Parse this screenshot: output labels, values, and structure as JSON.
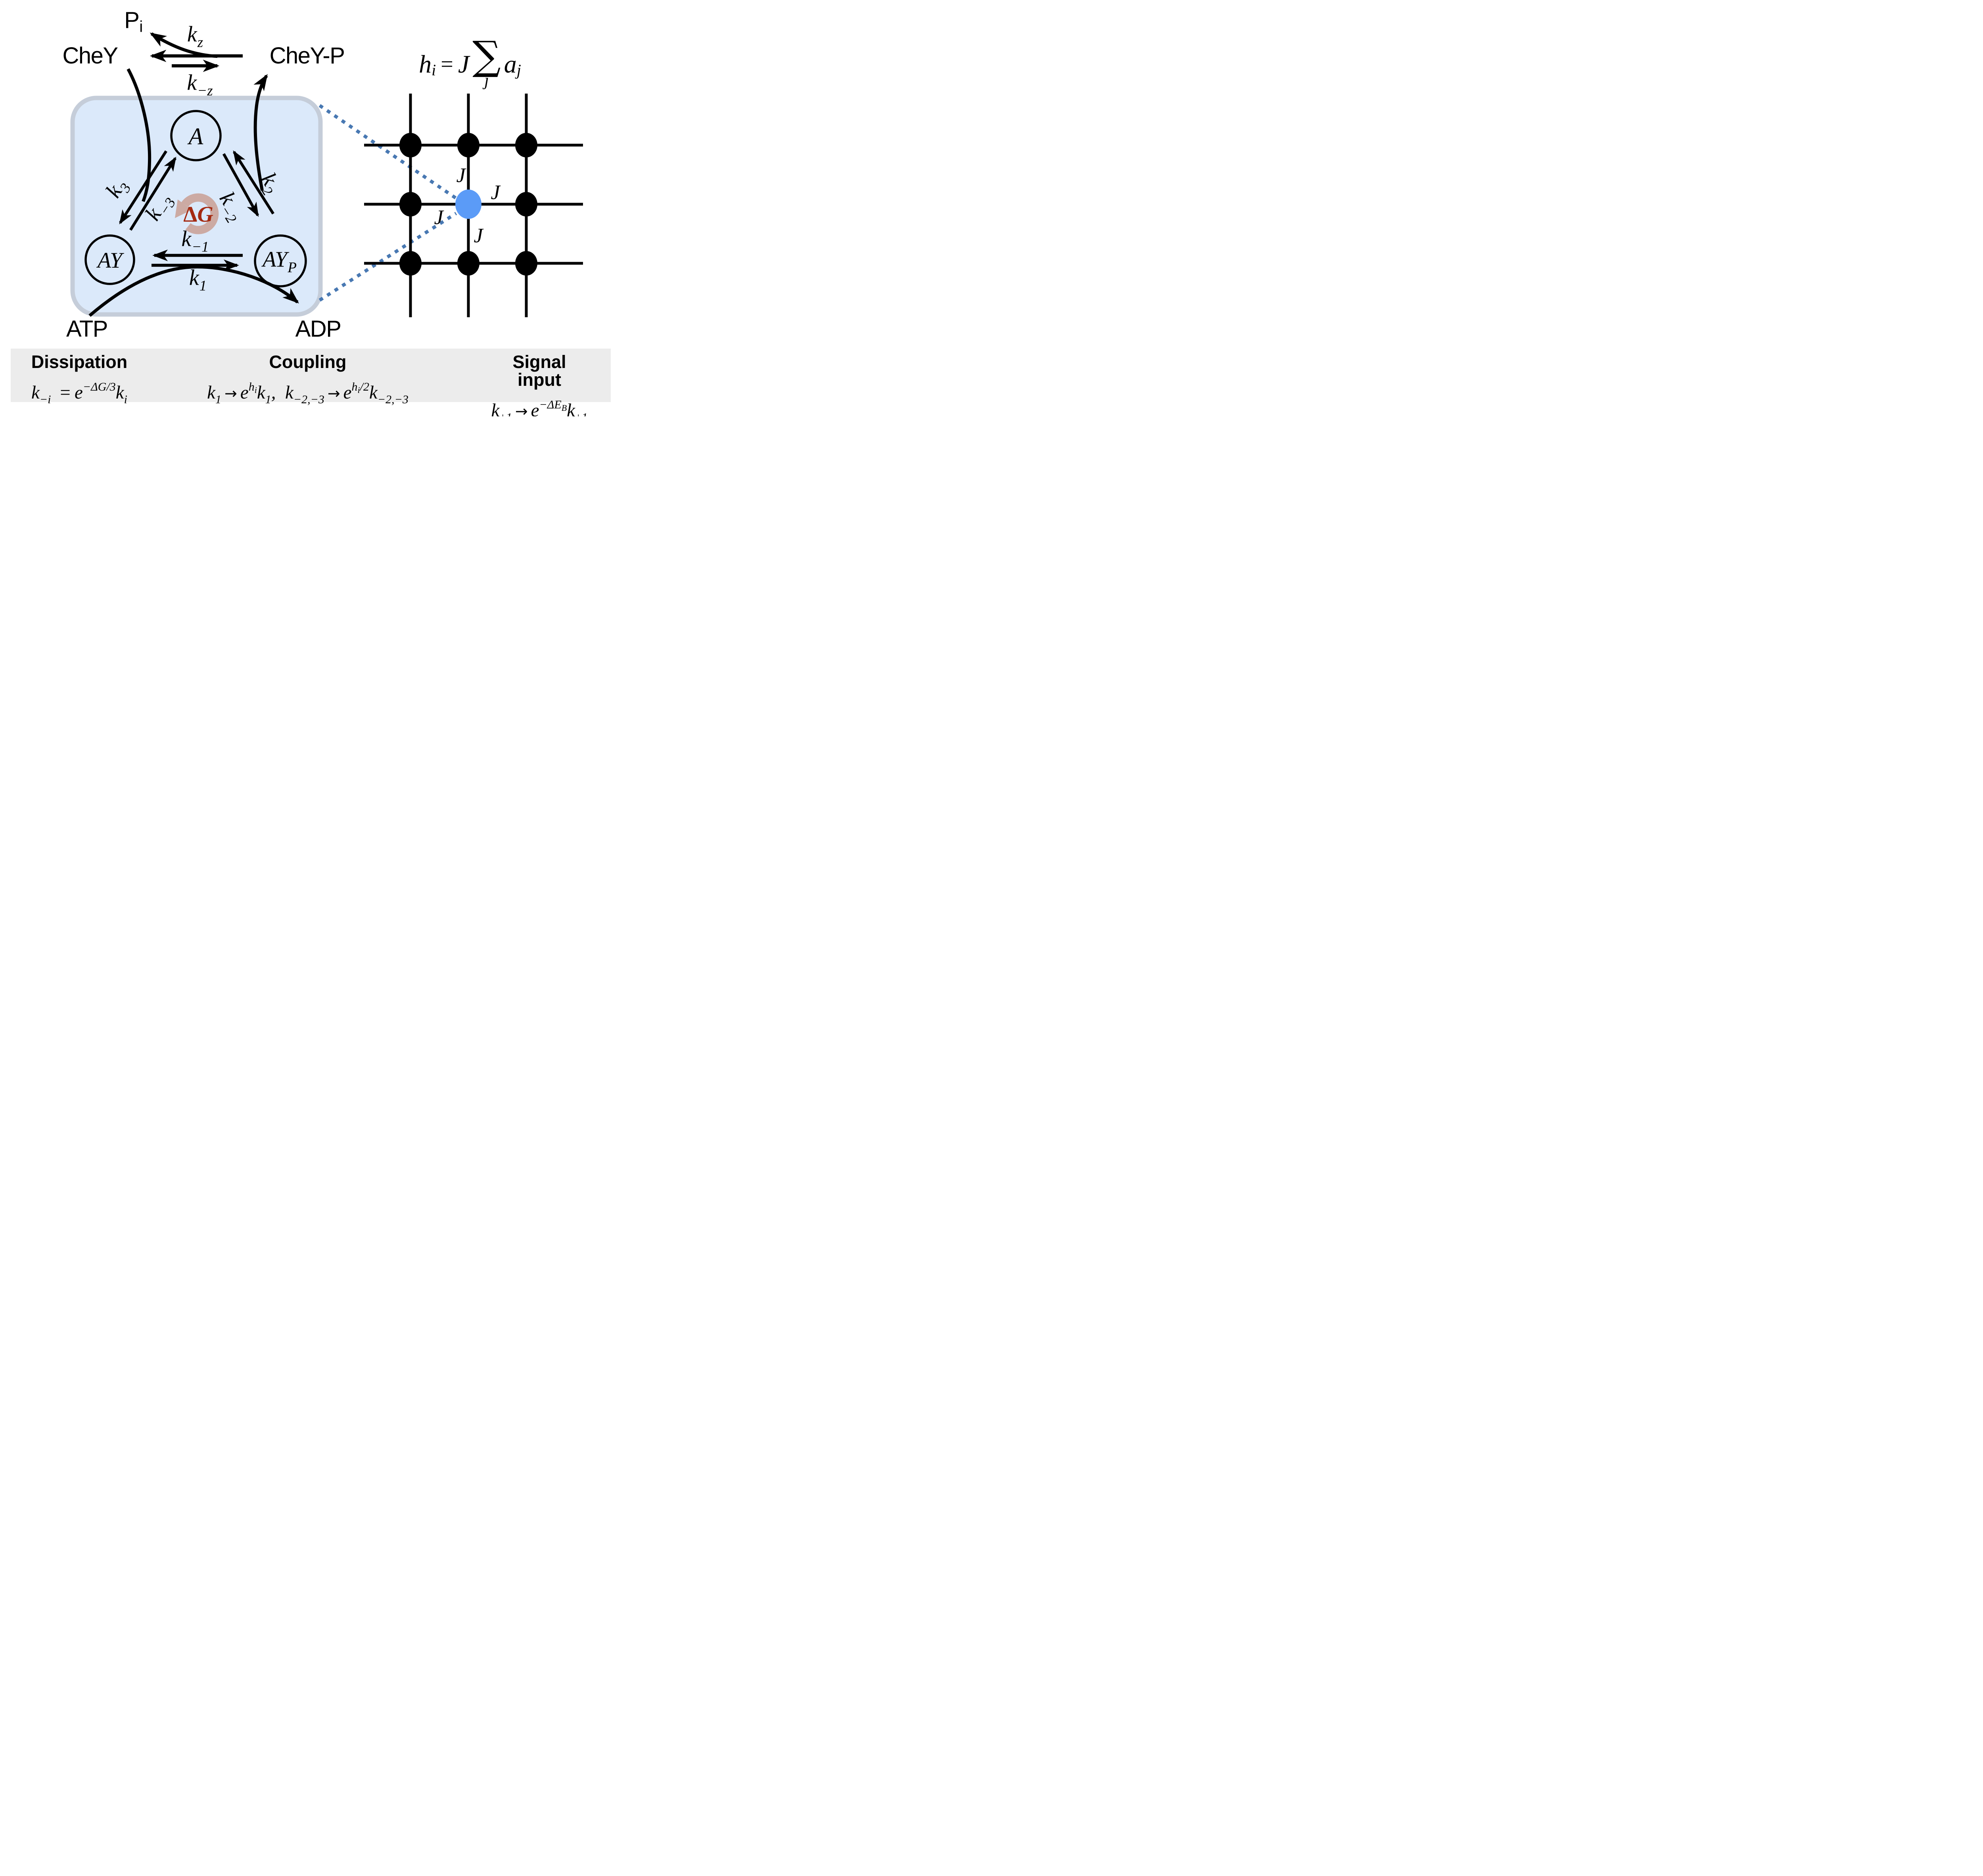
{
  "figure": {
    "reaction": {
      "labels": {
        "pi_base": "P",
        "pi_sub": "i",
        "chey": "CheY",
        "cheyp": "CheY-P",
        "atp": "ATP",
        "adp": "ADP"
      },
      "states": {
        "a": "A",
        "ay": "AY",
        "ayp_base": "AY",
        "ayp_sub": "P"
      },
      "cycle": {
        "delta": "Δ",
        "g": "G"
      },
      "rates": {
        "kz_b": "k",
        "kz_s": "z",
        "kmz_b": "k",
        "kmz_s": "−z",
        "k1_b": "k",
        "k1_s": "1",
        "km1_b": "k",
        "km1_s": "−1",
        "k2_b": "k",
        "k2_s": "2",
        "km2_b": "k",
        "km2_s": "−2",
        "k3_b": "k",
        "k3_s": "3",
        "km3_b": "k",
        "km3_s": "−3"
      }
    },
    "lattice": {
      "equation": {
        "h": "h",
        "h_sub": "i",
        "equals": "=",
        "coef": "J",
        "sum": "∑",
        "sum_sub": "j",
        "term": "a",
        "term_sub": "j"
      },
      "j_top": "J",
      "j_right": "J",
      "j_left": "J",
      "j_bottom": "J"
    },
    "panels": {
      "dissipation": {
        "title": "Dissipation",
        "k_b": "k",
        "k_s": "−i",
        "equals": "=",
        "e": "e",
        "exp": "−ΔG/3",
        "k2_b": "k",
        "k2_s": "i"
      },
      "coupling": {
        "title": "Coupling",
        "k1_b": "k",
        "k1_s": "1",
        "arrow": "→",
        "e1": "e",
        "exp1_h": "h",
        "exp1_sub": "i",
        "k1b_b": "k",
        "k1b_s": "1",
        "comma": ",",
        "k2_b": "k",
        "k2_s": "−2,−3",
        "arrow2": "→",
        "e2": "e",
        "exp2_h": "h",
        "exp2_sub": "i",
        "exp2_rest": "/2",
        "k2b_b": "k",
        "k2b_s": "−2,−3"
      },
      "signal": {
        "title": "Signal input",
        "k_b": "k",
        "k_s": "±1",
        "arrow": "→",
        "e": "e",
        "exp_pre": "−Δ",
        "exp_e": "E",
        "exp_e_sub": "B",
        "k2_b": "k",
        "k2_s": "±1"
      }
    },
    "colors": {
      "box_fill": "#dbe9fa",
      "box_border": "#c5cdd9",
      "node_blue": "#5b9bf7",
      "dotted_blue": "#4878b2",
      "dg_red": "#a42a12",
      "ring_rose": "#ccaaa3",
      "bar_bg": "#ececec",
      "ink": "#000000"
    }
  }
}
